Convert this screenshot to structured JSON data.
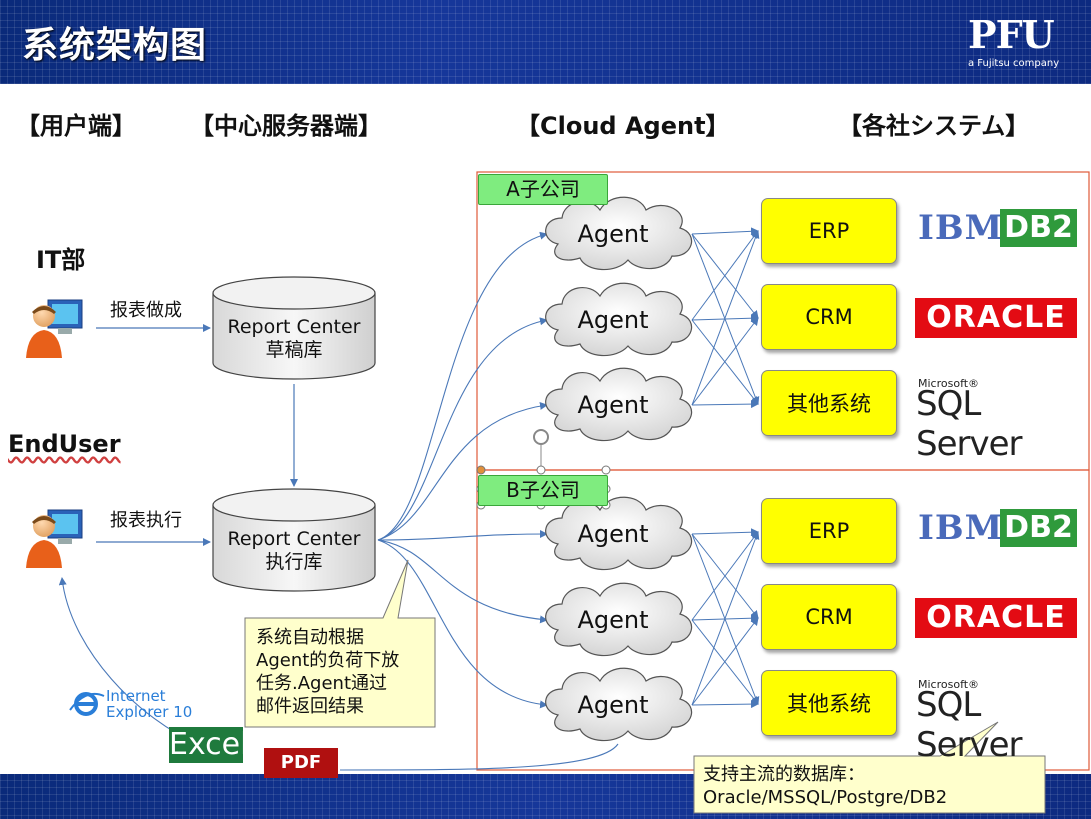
{
  "header": {
    "title": "系统架构图",
    "logo": "PFU",
    "logo_sub": "a Fujitsu company"
  },
  "columns": {
    "user": "【用户端】",
    "center": "【中心服务器端】",
    "cloud": "【Cloud Agent】",
    "systems": "【各社システム】"
  },
  "roles": {
    "it": "IT部",
    "enduser": "EndUser"
  },
  "arrows": {
    "report_make": "报表做成",
    "report_exec": "报表执行"
  },
  "databases": {
    "draft": {
      "line1": "Report Center",
      "line2": "草稿库"
    },
    "exec": {
      "line1": "Report Center",
      "line2": "执行库"
    }
  },
  "companies": {
    "a": "A子公司",
    "b": "B子公司"
  },
  "agent_label": "Agent",
  "systems": {
    "erp": "ERP",
    "crm": "CRM",
    "other": "其他系统"
  },
  "brands": {
    "ibm": "IBM",
    "db2": "DB2",
    "oracle": "ORACLE",
    "microsoft": "Microsoft®",
    "sqlserver": "SQL Server"
  },
  "callouts": {
    "agent": [
      "系统自动根据",
      "Agent的负荷下放",
      "任务.Agent通过",
      "邮件返回结果"
    ],
    "db": [
      "支持主流的数据库：",
      "Oracle/MSSQL/Postgre/DB2"
    ]
  },
  "outputs": {
    "ie_line1": "Internet",
    "ie_line2": "Explorer 10",
    "excel": "Excel",
    "pdf": "PDF"
  },
  "colors": {
    "system_fill": "#ffff00",
    "tag_fill": "#7fec7f",
    "frame": "#e05a3a",
    "connector": "#4a78b8",
    "callout_fill": "#ffffcc"
  }
}
